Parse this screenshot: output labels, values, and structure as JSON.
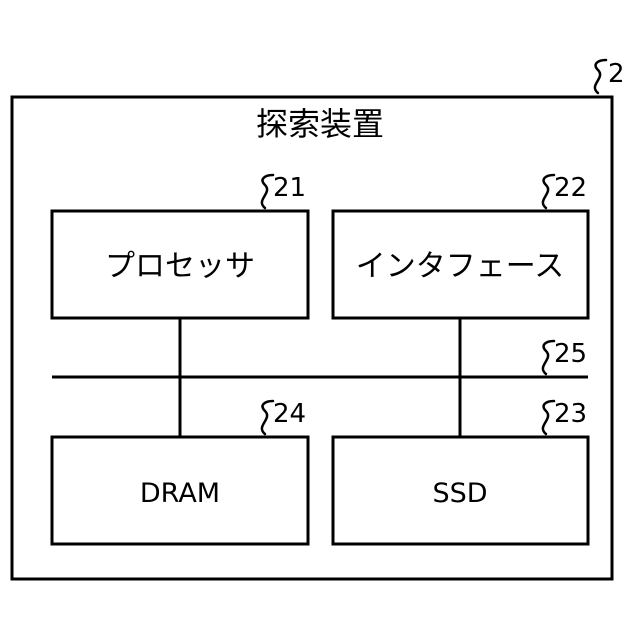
{
  "device": {
    "title": "探索装置",
    "ref": "2"
  },
  "components": {
    "processor": {
      "label": "プロセッサ",
      "ref": "21"
    },
    "interface": {
      "label": "インタフェース",
      "ref": "22"
    },
    "ssd": {
      "label": "SSD",
      "ref": "23"
    },
    "dram": {
      "label": "DRAM",
      "ref": "24"
    }
  },
  "bus": {
    "ref": "25"
  }
}
